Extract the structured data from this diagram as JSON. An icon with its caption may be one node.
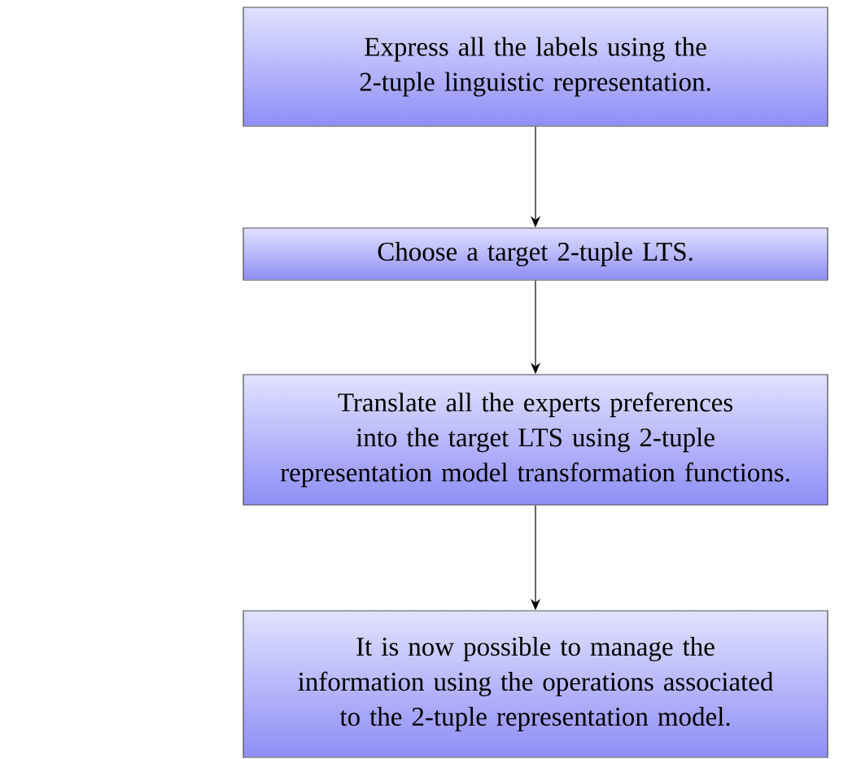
{
  "diagram": {
    "nodes": [
      {
        "text": [
          "Express all the labels using the 2-tuple linguistic representation."
        ]
      },
      {
        "text": [
          "Choose a target 2-tuple LTS."
        ]
      },
      {
        "text": [
          "Translate all the experts preferences into the target LTS using 2-tuple representation model transformation functions."
        ]
      },
      {
        "text": [
          "It is now possible to manage the information using the operations associated to the 2-tuple representation model."
        ]
      }
    ],
    "edges": [
      {
        "from": 0,
        "to": 1,
        "arrow": "to"
      },
      {
        "from": 1,
        "to": 2,
        "arrow": "to"
      },
      {
        "from": 2,
        "to": 3,
        "arrow": "to"
      }
    ]
  }
}
